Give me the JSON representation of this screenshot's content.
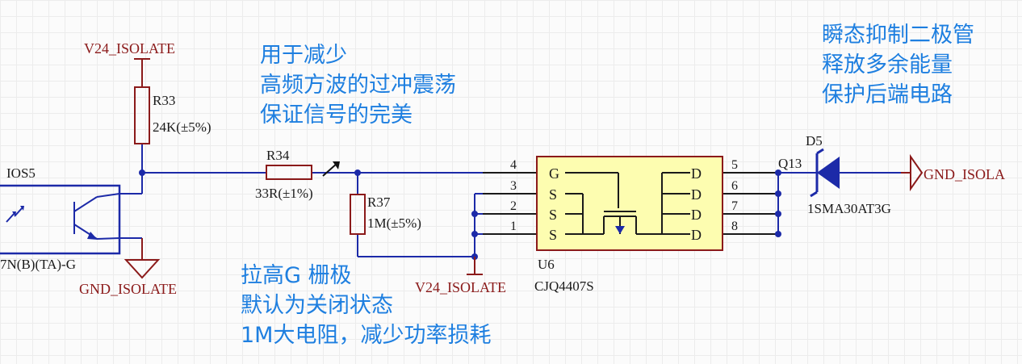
{
  "nets": {
    "v24_top": "V24_ISOLATE",
    "v24_bottom": "V24_ISOLATE",
    "gnd_left": "GND_ISOLATE",
    "gnd_right": "GND_ISOLA"
  },
  "components": {
    "r33": {
      "ref": "R33",
      "value": "24K(±5%)"
    },
    "r34": {
      "ref": "R34",
      "value": "33R(±1%)"
    },
    "r37": {
      "ref": "R37",
      "value": "1M(±5%)"
    },
    "ios5": {
      "ref": "IOS5",
      "part": "7N(B)(TA)-G"
    },
    "u6": {
      "ref": "U6",
      "part": "CJQ4407S",
      "left_pins": [
        {
          "num": "4",
          "name": "G"
        },
        {
          "num": "3",
          "name": "S"
        },
        {
          "num": "2",
          "name": "S"
        },
        {
          "num": "1",
          "name": "S"
        }
      ],
      "right_pins": [
        {
          "num": "5",
          "name": "D"
        },
        {
          "num": "6",
          "name": "D"
        },
        {
          "num": "7",
          "name": "D"
        },
        {
          "num": "8",
          "name": "D"
        }
      ]
    },
    "d5": {
      "ref": "D5",
      "part": "1SMA30AT3G"
    },
    "q13": {
      "label": "Q13"
    }
  },
  "notes": {
    "overshoot": [
      "用于减少",
      "高频方波的过冲震荡",
      "保证信号的完美"
    ],
    "pullup": [
      "拉高G 栅极",
      "默认为关闭状态",
      "1M大电阻，减少功率损耗"
    ],
    "tvs": [
      "瞬态抑制二极管",
      "释放多余能量",
      "保护后端电路"
    ]
  },
  "colors": {
    "wire": "#1c2aa8",
    "body": "#8b1a1a",
    "chip_fill": "#fdfdb0",
    "note": "#1e7fe0",
    "net_label": "#8b1a1a"
  }
}
